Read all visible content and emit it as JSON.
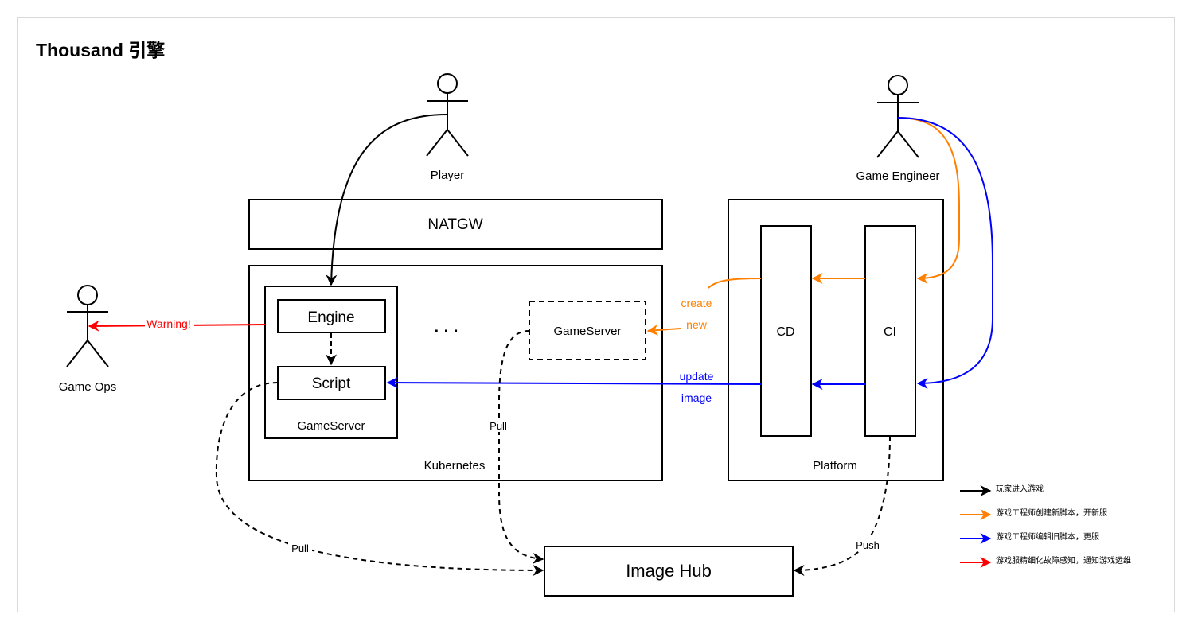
{
  "title": "Thousand 引擎",
  "actors": {
    "player": "Player",
    "game_engineer": "Game Engineer",
    "game_ops": "Game Ops"
  },
  "boxes": {
    "natgw": "NATGW",
    "kubernetes": "Kubernetes",
    "gameserver": "GameServer",
    "engine": "Engine",
    "script": "Script",
    "ellipsis": "· · ·",
    "gameserver_new": "GameServer",
    "platform": "Platform",
    "cd": "CD",
    "ci": "CI",
    "image_hub": "Image Hub"
  },
  "edge_labels": {
    "warning": "Warning!",
    "create": "create",
    "new": "new",
    "update": "update",
    "image": "image",
    "pull_script": "Pull",
    "pull_new": "Pull",
    "push": "Push"
  },
  "legend": [
    {
      "label": "玩家进入游戏",
      "color": "#000000"
    },
    {
      "label": "游戏工程师创建新脚本，开新服",
      "color": "#ff8000"
    },
    {
      "label": "游戏工程师编辑旧脚本，更服",
      "color": "#0000ff"
    },
    {
      "label": "游戏服精细化故障感知，通知游戏运维",
      "color": "#ff0000"
    }
  ],
  "colors": {
    "black": "#000000",
    "orange": "#ff8000",
    "blue": "#0000ff",
    "red": "#ff0000",
    "frame": "#d9d9d9"
  }
}
